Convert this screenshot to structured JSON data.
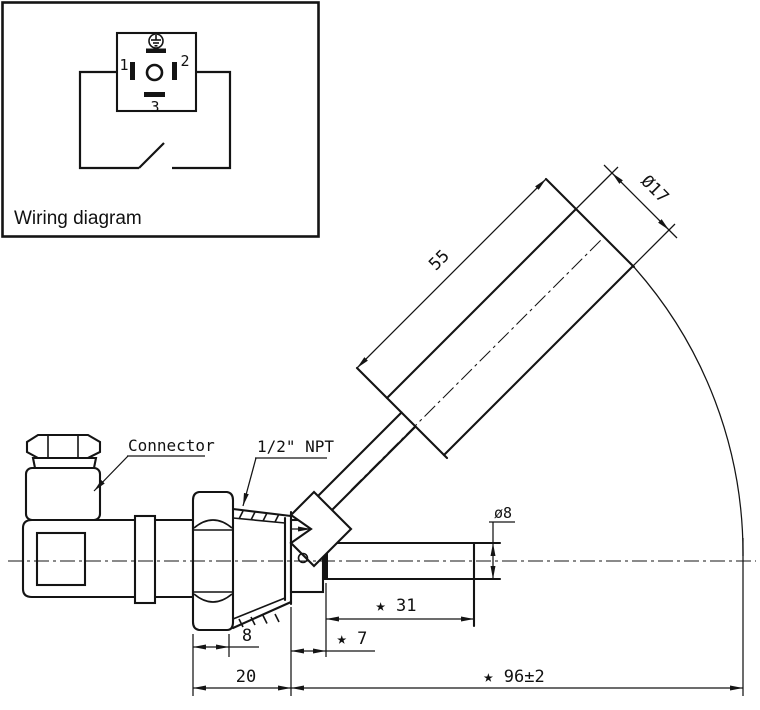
{
  "drawing": {
    "wiring": {
      "title": "Wiring diagram",
      "pin1": "1",
      "pin2": "2",
      "pin3": "3"
    },
    "labels": {
      "connector": "Connector",
      "thread": "1/2\" NPT"
    },
    "dimensions": {
      "float_length": "55",
      "float_diameter": "Ø17",
      "stem_diameter": "ø8",
      "stem_length": "★ 31",
      "stem_offset": "★ 7",
      "hex_nut_width": "8",
      "head_length": "20",
      "overall_length": "★ 96±2"
    },
    "colors": {
      "line": "#141414",
      "background": "#ffffff"
    }
  }
}
